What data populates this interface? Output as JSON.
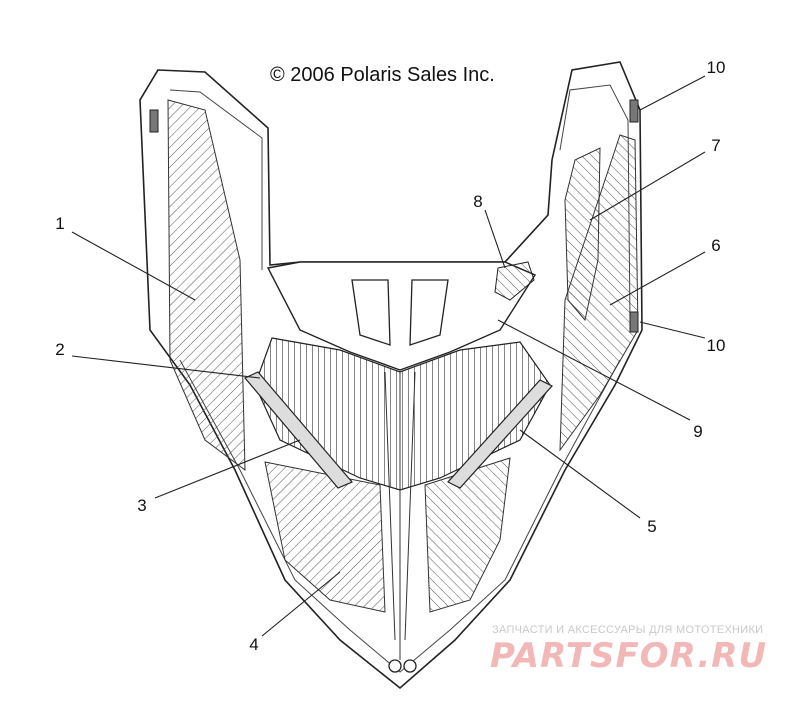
{
  "diagram": {
    "copyright": "© 2006 Polaris Sales Inc.",
    "callouts": [
      {
        "id": "1",
        "label": "1"
      },
      {
        "id": "2",
        "label": "2"
      },
      {
        "id": "3",
        "label": "3"
      },
      {
        "id": "4",
        "label": "4"
      },
      {
        "id": "5",
        "label": "5"
      },
      {
        "id": "6",
        "label": "6"
      },
      {
        "id": "7",
        "label": "7"
      },
      {
        "id": "8",
        "label": "8"
      },
      {
        "id": "9",
        "label": "9"
      },
      {
        "id": "10a",
        "label": "10"
      },
      {
        "id": "10b",
        "label": "10"
      }
    ]
  },
  "watermark": {
    "caption": "ЗАПЧАСТИ И АКСЕССУАРЫ ДЛЯ МОТОТЕХНИКИ",
    "logo": "PARTSFOR.RU"
  },
  "colors": {
    "line": "#222222",
    "hatch": "#555555",
    "watermark_logo": "#f2b8b8",
    "watermark_caption": "#c9c9c9"
  }
}
